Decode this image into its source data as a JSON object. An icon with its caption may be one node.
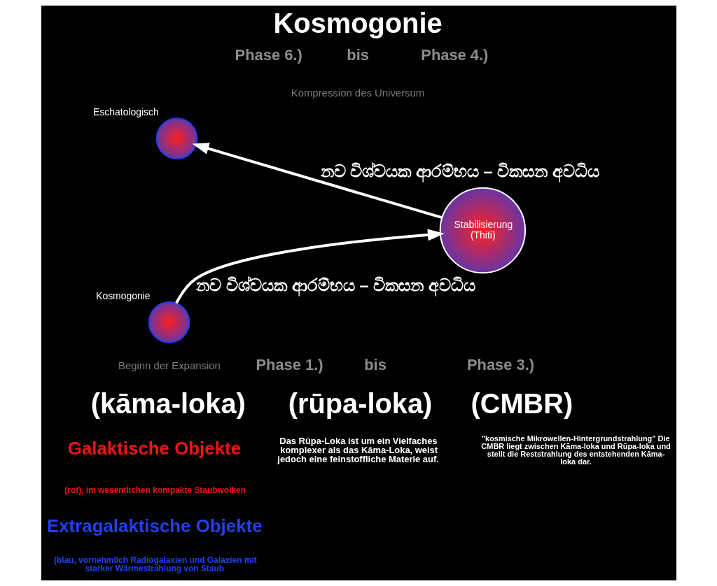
{
  "diagram": {
    "title": "Kosmogonie",
    "nodes": [
      {
        "text": [
          "Eschatologisch"
        ]
      },
      {
        "text": [
          "Stabilisierung",
          "(Thiti)"
        ]
      },
      {
        "text": [
          "Kosmogonie"
        ]
      }
    ],
    "edges": [
      {
        "from": 1,
        "to": 0,
        "arrow": "to",
        "label": "නව විශ්වයක ආරම්භය – විකසන අවධිය"
      },
      {
        "from": 2,
        "to": 1,
        "arrow": "to",
        "label": "නව විශ්වයක ආරම්භය – විකසන අවධිය"
      }
    ],
    "labels": [
      "Phase 6.)",
      "bis",
      "Phase 4.)",
      "Kompression des Universum",
      "Beginn der Expansion",
      "Phase 1.)",
      "bis",
      "Phase 3.)",
      "(kāma-loka)",
      "Galaktische Objekte",
      "(rot), im wesentlichen kompakte Staubwolken",
      "Extragalaktische Objekte",
      "(blau, vornehmlich Radiogalaxien und Galaxien mit starker Wärmestrahlung von Staub",
      "(rūpa-loka)",
      "Das Rūpa-Loka ist um ein Vielfaches komplexer als das Kāma-Loka, weist jedoch eine feinstoffliche Materie auf.",
      "(CMBR)",
      "\"kosmische Mikrowellen-Hintergrundstrahlung\" Die CMBR liegt zwischen Kāma-loka und Rūpa-loka und stellt die Reststrahlung des entstehenden Kāma-loka dar."
    ]
  }
}
